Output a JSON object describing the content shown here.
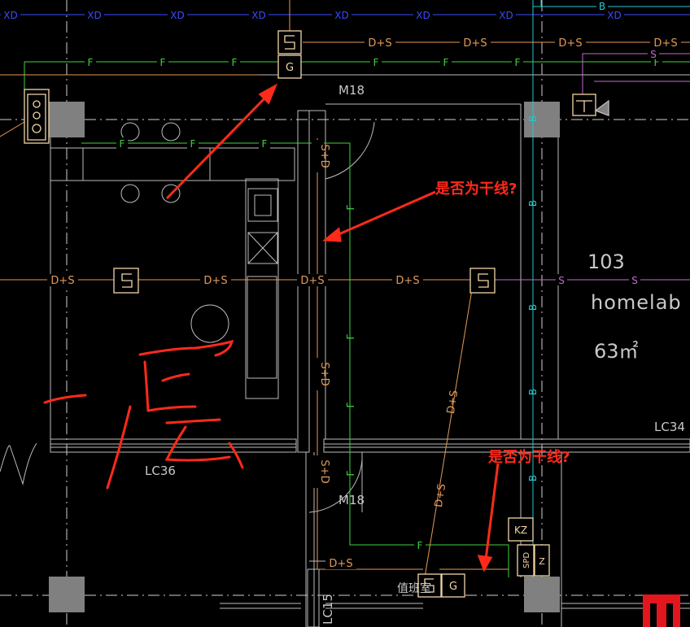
{
  "colors": {
    "background": "#000000",
    "xd_blue": "#3a4bff",
    "ds_orange": "#e39a58",
    "fire_green": "#3fd23f",
    "bus_cyan": "#22c8d0",
    "security_magenta": "#c36ad0",
    "wall_gray": "#bdbdbd",
    "column_gray": "#808080",
    "annotation_red": "#ff2a1a",
    "symbol_tan": "#f2d6a8",
    "room_text": "#c8c8c8"
  },
  "lines": {
    "xd_label": "XD",
    "ds_label": "D+S",
    "ds_vertical_label": "S+D",
    "fire_label": "F",
    "bus_label": "B",
    "security_label": "S"
  },
  "room": {
    "number": "103",
    "name": "homelab",
    "area": "63㎡"
  },
  "tags": {
    "door_upper": "M18",
    "door_lower": "M18",
    "window_left": "LC36",
    "window_right": "LC34",
    "window_bottom": "LC15",
    "duty_room": "值班室"
  },
  "equipment": {
    "g_label": "G",
    "kz_label": "KZ",
    "spd_label": "SPD",
    "z_label": "Z"
  },
  "annotations": {
    "question_1": "是否为干线?",
    "question_2": "是否为干线?"
  },
  "logo": {
    "name": "red-corner-logo"
  }
}
